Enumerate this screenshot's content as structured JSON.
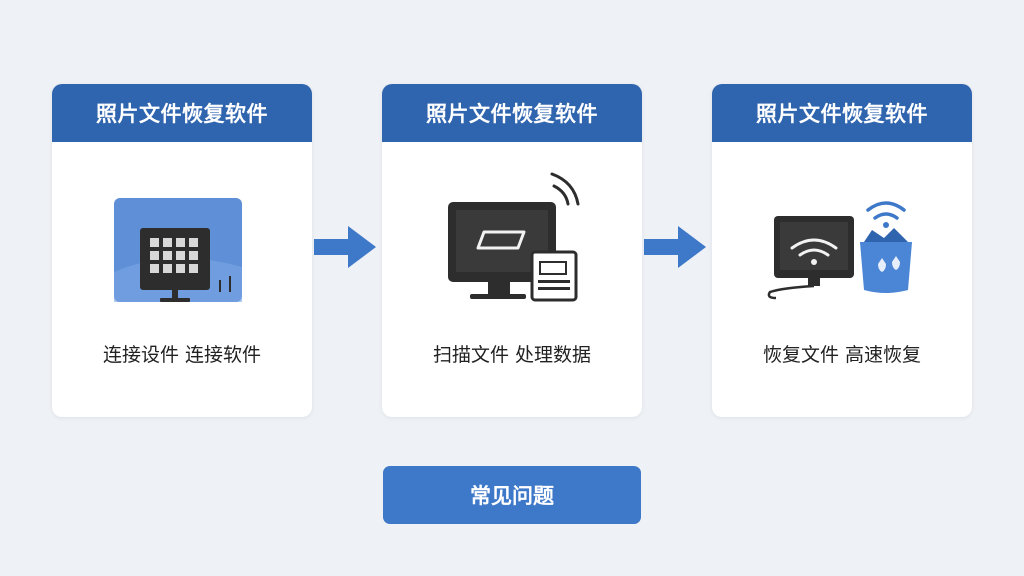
{
  "steps": [
    {
      "title": "照片文件恢复软件",
      "caption": "连接设件 连接软件",
      "subcaption": ""
    },
    {
      "title": "照片文件恢复软件",
      "caption": "扫描文件 处理数据",
      "subcaption": ""
    },
    {
      "title": "照片文件恢复软件",
      "caption": "恢复文件 高速恢复",
      "subcaption": ""
    }
  ],
  "faq_button_label": "常见问题",
  "colors": {
    "header": "#2f64ae",
    "accent": "#3e78c9",
    "background": "#eef1f5",
    "monitor": "#2d2d2d"
  }
}
